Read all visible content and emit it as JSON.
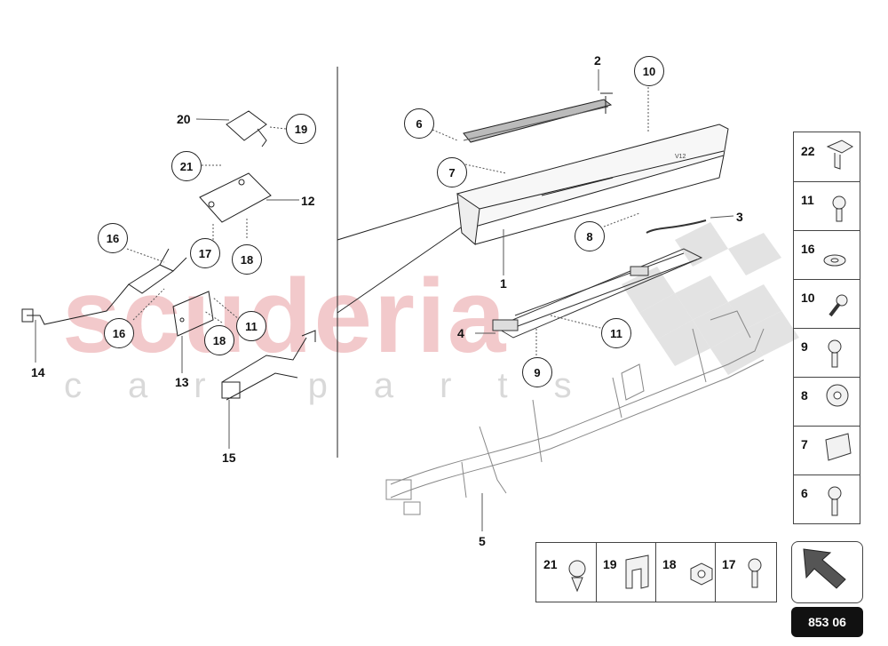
{
  "watermark": {
    "brand": "scuderia",
    "subtitle": "car parts"
  },
  "callouts": {
    "n1": "1",
    "n2": "2",
    "n3": "3",
    "n4": "4",
    "n5": "5",
    "n12": "12",
    "n13": "13",
    "n14": "14",
    "n15": "15",
    "n20": "20"
  },
  "circled": {
    "c6": "6",
    "c7": "7",
    "c8": "8",
    "c9": "9",
    "c10": "10",
    "c11a": "11",
    "c11b": "11",
    "c16a": "16",
    "c16b": "16",
    "c17": "17",
    "c18a": "18",
    "c18b": "18",
    "c19": "19",
    "c21": "21"
  },
  "legend_side": [
    "22",
    "11",
    "16",
    "10",
    "9",
    "8",
    "7",
    "6"
  ],
  "legend_bottom": [
    "21",
    "19",
    "18",
    "17"
  ],
  "diagram_code": "853 06"
}
